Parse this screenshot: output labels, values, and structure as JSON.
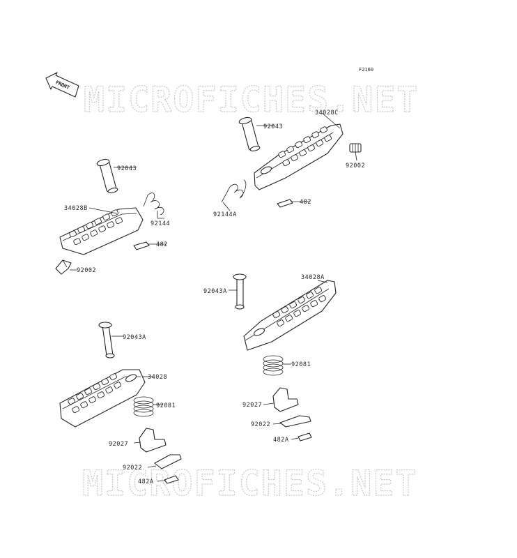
{
  "figure_code": "F2160",
  "front_arrow_label": "FRONT",
  "watermark": "MICROFICHES.NET",
  "callouts": [
    {
      "id": "label-92043-rear-left",
      "text": "92043"
    },
    {
      "id": "label-34028b",
      "text": "34028B"
    },
    {
      "id": "label-92144",
      "text": "92144"
    },
    {
      "id": "label-482-rear-left",
      "text": "482"
    },
    {
      "id": "label-92002-rear-left",
      "text": "92002"
    },
    {
      "id": "label-92043-rear-right",
      "text": "92043"
    },
    {
      "id": "label-34028c",
      "text": "34028C"
    },
    {
      "id": "label-92002-rear-right",
      "text": "92002"
    },
    {
      "id": "label-92144a",
      "text": "92144A"
    },
    {
      "id": "label-482-rear-right",
      "text": "482"
    },
    {
      "id": "label-92043a-front-right",
      "text": "92043A"
    },
    {
      "id": "label-34028a",
      "text": "34028A"
    },
    {
      "id": "label-92081-front-right",
      "text": "92081"
    },
    {
      "id": "label-92027-front-right",
      "text": "92027"
    },
    {
      "id": "label-92022-front-right",
      "text": "92022"
    },
    {
      "id": "label-482a-front-right",
      "text": "482A"
    },
    {
      "id": "label-92043a-front-left",
      "text": "92043A"
    },
    {
      "id": "label-34028",
      "text": "34028"
    },
    {
      "id": "label-92081-front-left",
      "text": "92081"
    },
    {
      "id": "label-92027-front-left",
      "text": "92027"
    },
    {
      "id": "label-92022-front-left",
      "text": "92022"
    },
    {
      "id": "label-482a-front-left",
      "text": "482A"
    }
  ]
}
